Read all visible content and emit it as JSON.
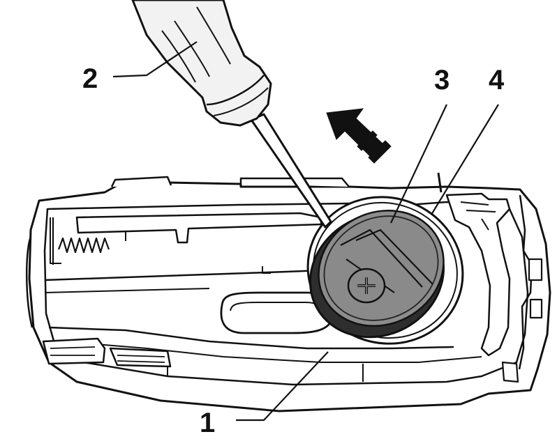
{
  "diagram": {
    "callouts": [
      {
        "id": "1",
        "label": "1"
      },
      {
        "id": "2",
        "label": "2"
      },
      {
        "id": "3",
        "label": "3"
      },
      {
        "id": "4",
        "label": "4"
      }
    ]
  },
  "colors": {
    "line": "#111111",
    "background": "#ffffff",
    "battery_fill": "#333333",
    "battery_top": "#8a8a8a",
    "handle_fill": "#f2f2f2"
  }
}
